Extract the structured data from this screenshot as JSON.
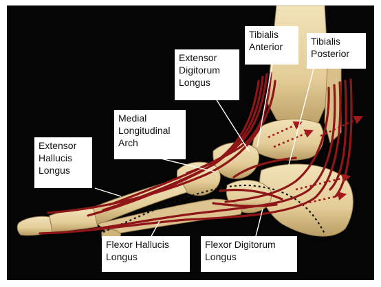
{
  "figure": {
    "subject": "foot-skeleton-lateral-view",
    "colors": {
      "background": "#050505",
      "bone": "#e6d3a4",
      "bone_shadow": "#b79d66",
      "tendon": "#8e1518",
      "arch_line": "#111111",
      "label_bg": "#ffffff"
    }
  },
  "labels": {
    "tibialis_anterior": "Tibialis\nAnterior",
    "tibialis_posterior": "Tibialis\nPosterior",
    "extensor_digitorum_longus": "Extensor\nDigitorum\nLongus",
    "medial_longitudinal_arch": "Medial\nLongitudinal\nArch",
    "extensor_hallucis_longus": "Extensor\nHallucis\nLongus",
    "flexor_hallucis_longus": "Flexor Hallucis\nLongus",
    "flexor_digitorum_longus": "Flexor Digitorum\nLongus"
  }
}
